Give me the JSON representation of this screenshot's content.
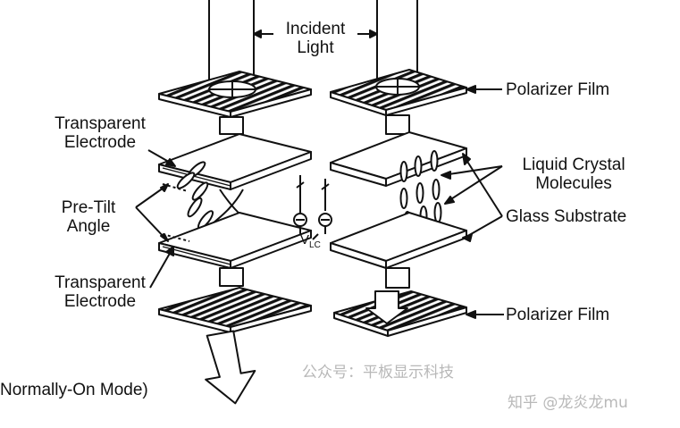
{
  "labels": {
    "incident": [
      "Incident",
      "Light"
    ],
    "polarizer_top": "Polarizer Film",
    "polarizer_bottom": "Polarizer Film",
    "transparent_top": [
      "Transparent",
      "Electrode"
    ],
    "transparent_bottom": [
      "Transparent",
      "Electrode"
    ],
    "pretilt": [
      "Pre-Tilt",
      "Angle"
    ],
    "lc": [
      "Liquid Crystal",
      "Molecules"
    ],
    "glass": "Glass Substrate",
    "mode": "Normally-On Mode)",
    "vlc_main": "V",
    "vlc_sub": "LC"
  },
  "watermarks": {
    "publisher": "公众号：平板显示科技",
    "zhihu": "知乎 @龙炎龙mu"
  },
  "colors": {
    "ink": "#111111",
    "watermark": "#b8b8b8",
    "background": "#ffffff"
  }
}
